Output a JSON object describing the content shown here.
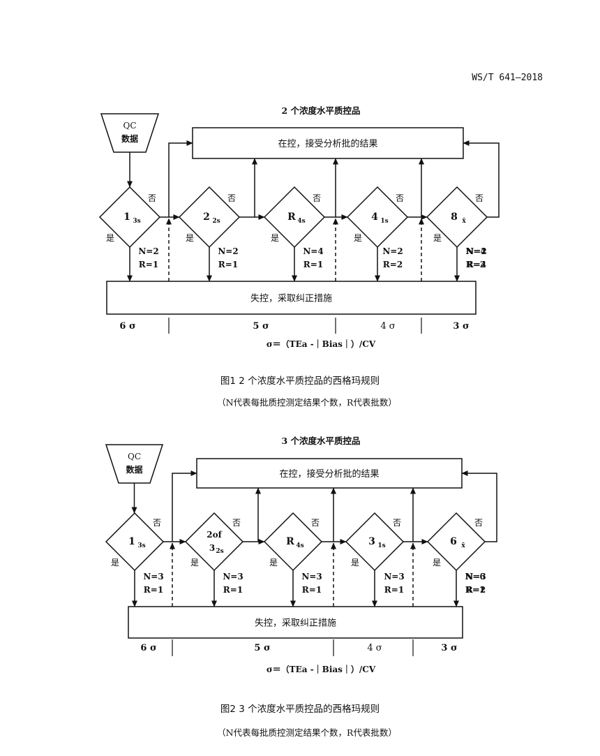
{
  "header": "WS/T 641—2018",
  "figures": [
    {
      "title": "2 个浓度水平质控品",
      "qc_line1": "QC",
      "qc_line2": "数据",
      "top_box": "在控，接受分析批的结果",
      "bottom_box": "失控，采取纠正措施",
      "yes": "是",
      "no": "否",
      "rules": [
        {
          "main": "1",
          "sub": "3s",
          "nr": [
            "N=2",
            "R=1"
          ]
        },
        {
          "main": "2",
          "sub": "2s",
          "nr": [
            "N=2",
            "R=1"
          ]
        },
        {
          "main": "R",
          "sub": "4s",
          "nr": [
            "N=4",
            "R=1"
          ]
        },
        {
          "main": "4",
          "sub": "1s",
          "nr": [
            "N=2",
            "R=2"
          ]
        },
        {
          "main": "8",
          "sub": "x̄",
          "nr": [
            "N=4",
            "R=2"
          ]
        }
      ],
      "last_nr": [
        "N=2",
        "R=4"
      ],
      "sigma": [
        "6 σ",
        "5 σ",
        "4 σ",
        "3 σ"
      ],
      "formula": "σ＝（TEa -｜Bias｜）/CV",
      "caption": "图1   2 个浓度水平质控品的西格玛规则",
      "note": "（N代表每批质控测定结果个数，R代表批数）"
    },
    {
      "title": "3 个浓度水平质控品",
      "qc_line1": "QC",
      "qc_line2": "数据",
      "top_box": "在控，接受分析批的结果",
      "bottom_box": "失控，采取纠正措施",
      "yes": "是",
      "no": "否",
      "rules": [
        {
          "main": "1",
          "sub": "3s",
          "nr": [
            "N=3",
            "R=1"
          ]
        },
        {
          "main": "2of",
          "main2": "3",
          "sub": "2s",
          "nr": [
            "N=3",
            "R=1"
          ]
        },
        {
          "main": "R",
          "sub": "4s",
          "nr": [
            "N=3",
            "R=1"
          ]
        },
        {
          "main": "3",
          "sub": "1s",
          "nr": [
            "N=3",
            "R=1"
          ]
        },
        {
          "main": "6",
          "sub": "x̄",
          "nr": [
            "N=6",
            "R=1"
          ]
        }
      ],
      "last_nr": [
        "N=3",
        "R=2"
      ],
      "sigma": [
        "6 σ",
        "5 σ",
        "4 σ",
        "3 σ"
      ],
      "formula": "σ＝（TEa -｜Bias｜）/CV",
      "caption": "图2   3 个浓度水平质控品的西格玛规则",
      "note": "（N代表每批质控测定结果个数，R代表批数）"
    }
  ]
}
